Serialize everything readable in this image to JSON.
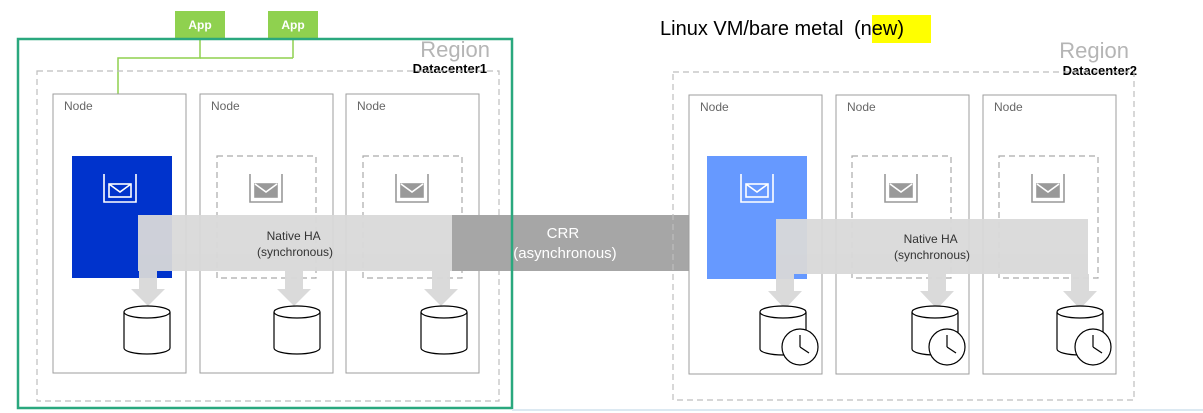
{
  "title": {
    "text": "Linux VM/bare metal",
    "highlight": "(new)"
  },
  "apps": [
    "App",
    "App"
  ],
  "region_label": "Region",
  "left_site": {
    "datacenter": "Datacenter1",
    "nodes": [
      "Node",
      "Node",
      "Node"
    ],
    "ha_label": [
      "Native HA",
      "(synchronous)"
    ]
  },
  "right_site": {
    "datacenter": "Datacenter2",
    "nodes": [
      "Node",
      "Node",
      "Node"
    ],
    "ha_label": [
      "Native HA",
      "(synchronous)"
    ]
  },
  "crr_label": [
    "CRR",
    "(asynchronous)"
  ],
  "icons": {
    "queue": "queue-manager-icon",
    "message": "envelope-icon",
    "storage": "database-cylinder-icon",
    "clock": "clock-icon"
  },
  "colors": {
    "app": "#8fd14f",
    "app_line": "#8fd14f",
    "active_primary": "#0033cc",
    "active_recovery": "#6699ff",
    "frame": "#2aa87e",
    "arrow_ha": "#d9d9d9",
    "arrow_crr": "#a6a6a6",
    "highlight": "#ffff00"
  }
}
